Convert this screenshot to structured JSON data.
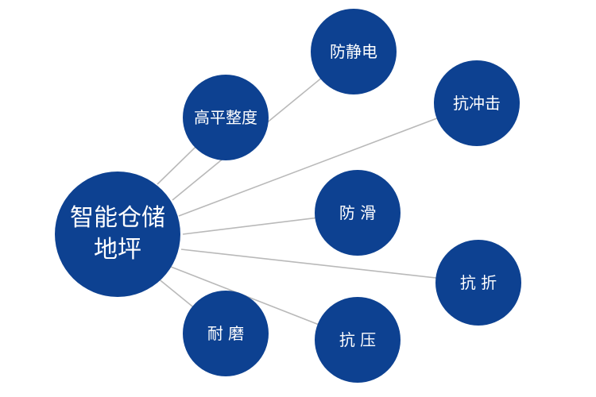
{
  "diagram": {
    "center": {
      "label": "智能仓储\n地坪"
    },
    "nodes": [
      {
        "id": "gaopingzhengdu",
        "label": "高平整度"
      },
      {
        "id": "fangjingdian",
        "label": "防静电"
      },
      {
        "id": "kangchongji",
        "label": "抗冲击"
      },
      {
        "id": "fanghua",
        "label": "防 滑"
      },
      {
        "id": "kangzhe",
        "label": "抗 折"
      },
      {
        "id": "kangya",
        "label": "抗 压"
      },
      {
        "id": "naimo",
        "label": "耐 磨"
      }
    ],
    "colors": {
      "node_fill": "#0d4191",
      "node_text": "#ffffff",
      "connector": "#b9b9b9",
      "background": "#ffffff"
    }
  }
}
